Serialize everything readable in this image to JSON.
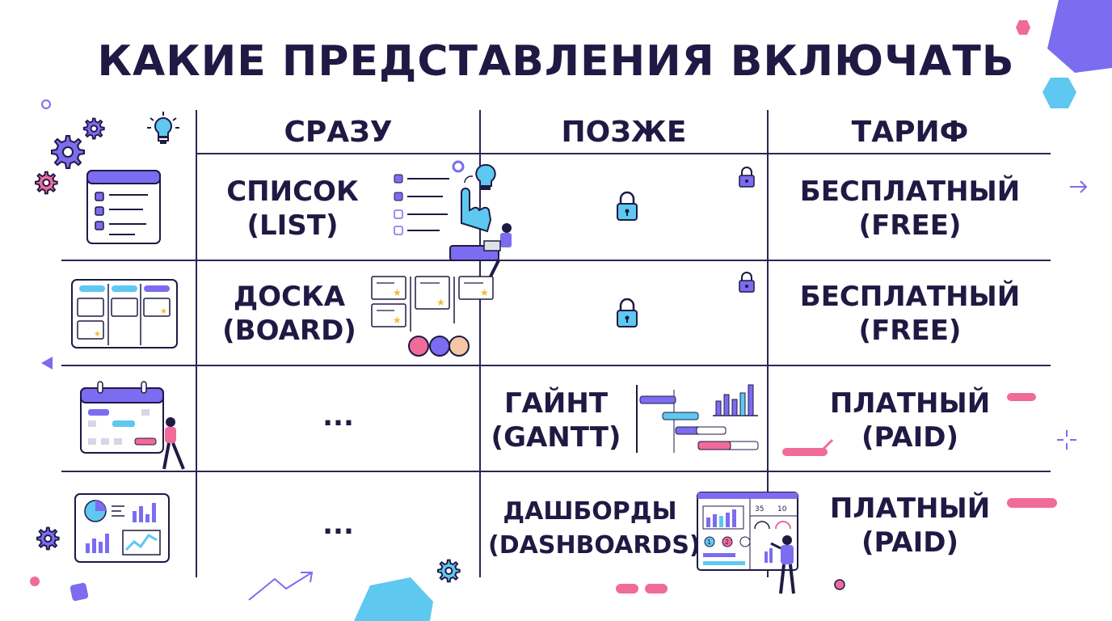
{
  "title": "КАКИЕ ПРЕДСТАВЛЕНИЯ ВКЛЮЧАТЬ",
  "headers": {
    "now": "СРАЗУ",
    "later": "ПОЗЖЕ",
    "plan": "ТАРИФ"
  },
  "rows": [
    {
      "now": [
        "СПИСОК",
        "(LIST)"
      ],
      "later": [],
      "plan": [
        "БЕСПЛАТНЫЙ",
        "(FREE)"
      ]
    },
    {
      "now": [
        "ДОСКА",
        "(BOARD)"
      ],
      "later": [],
      "plan": [
        "БЕСПЛАТНЫЙ",
        "(FREE)"
      ]
    },
    {
      "now": [
        "..."
      ],
      "later": [
        "ГАЙНТ",
        "(GANTT)"
      ],
      "plan": [
        "ПЛАТНЫЙ",
        "(PAID)"
      ]
    },
    {
      "now": [
        "..."
      ],
      "later": [
        "ДАШБОРДЫ",
        "(DASHBOARDS)"
      ],
      "plan": [
        "ПЛАТНЫЙ",
        "(PAID)"
      ]
    }
  ],
  "dashboard_numbers": [
    "35",
    "10"
  ],
  "dashboard_badges": [
    "1",
    "2"
  ],
  "colors": {
    "ink": "#1f1a44",
    "purple": "#7b6cf0",
    "blue": "#5ec8f0",
    "pink": "#f06b9a"
  }
}
